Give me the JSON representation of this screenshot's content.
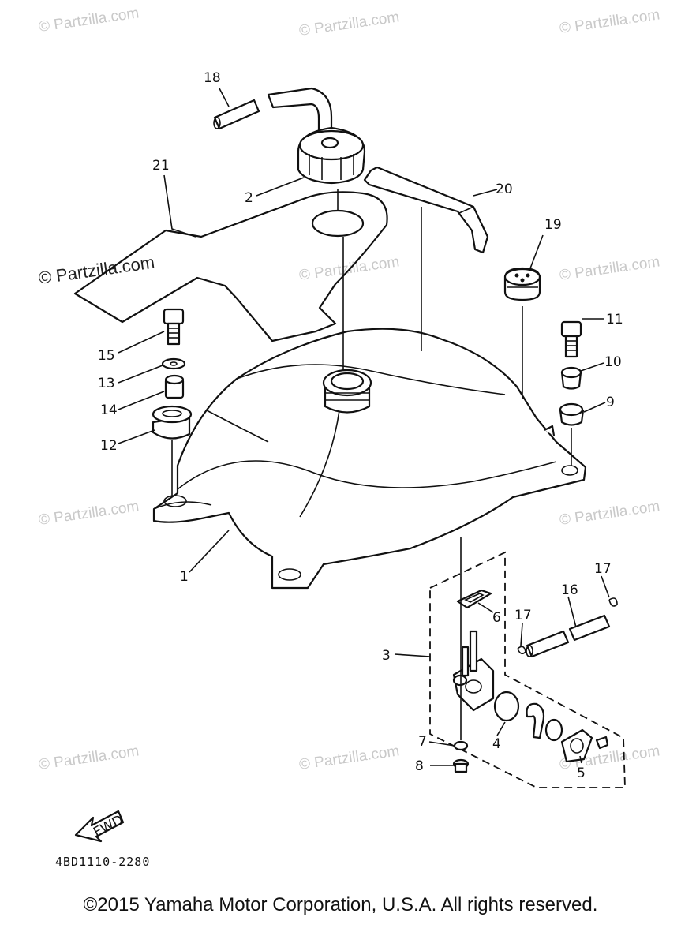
{
  "watermarks": {
    "text": "© Partzilla.com",
    "featured": "© Partzilla.com"
  },
  "callouts": {
    "p1": "1",
    "p2": "2",
    "p3": "3",
    "p4": "4",
    "p5": "5",
    "p6": "6",
    "p7": "7",
    "p8": "8",
    "p9": "9",
    "p10": "10",
    "p11": "11",
    "p12": "12",
    "p13": "13",
    "p14": "14",
    "p15": "15",
    "p16": "16",
    "p17a": "17",
    "p17b": "17",
    "p18": "18",
    "p19": "19",
    "p20": "20",
    "p21": "21"
  },
  "fwd_label": "FWD",
  "diagram_code": "4BD1110-2280",
  "copyright": "©2015 Yamaha Motor Corporation, U.S.A. All rights reserved."
}
